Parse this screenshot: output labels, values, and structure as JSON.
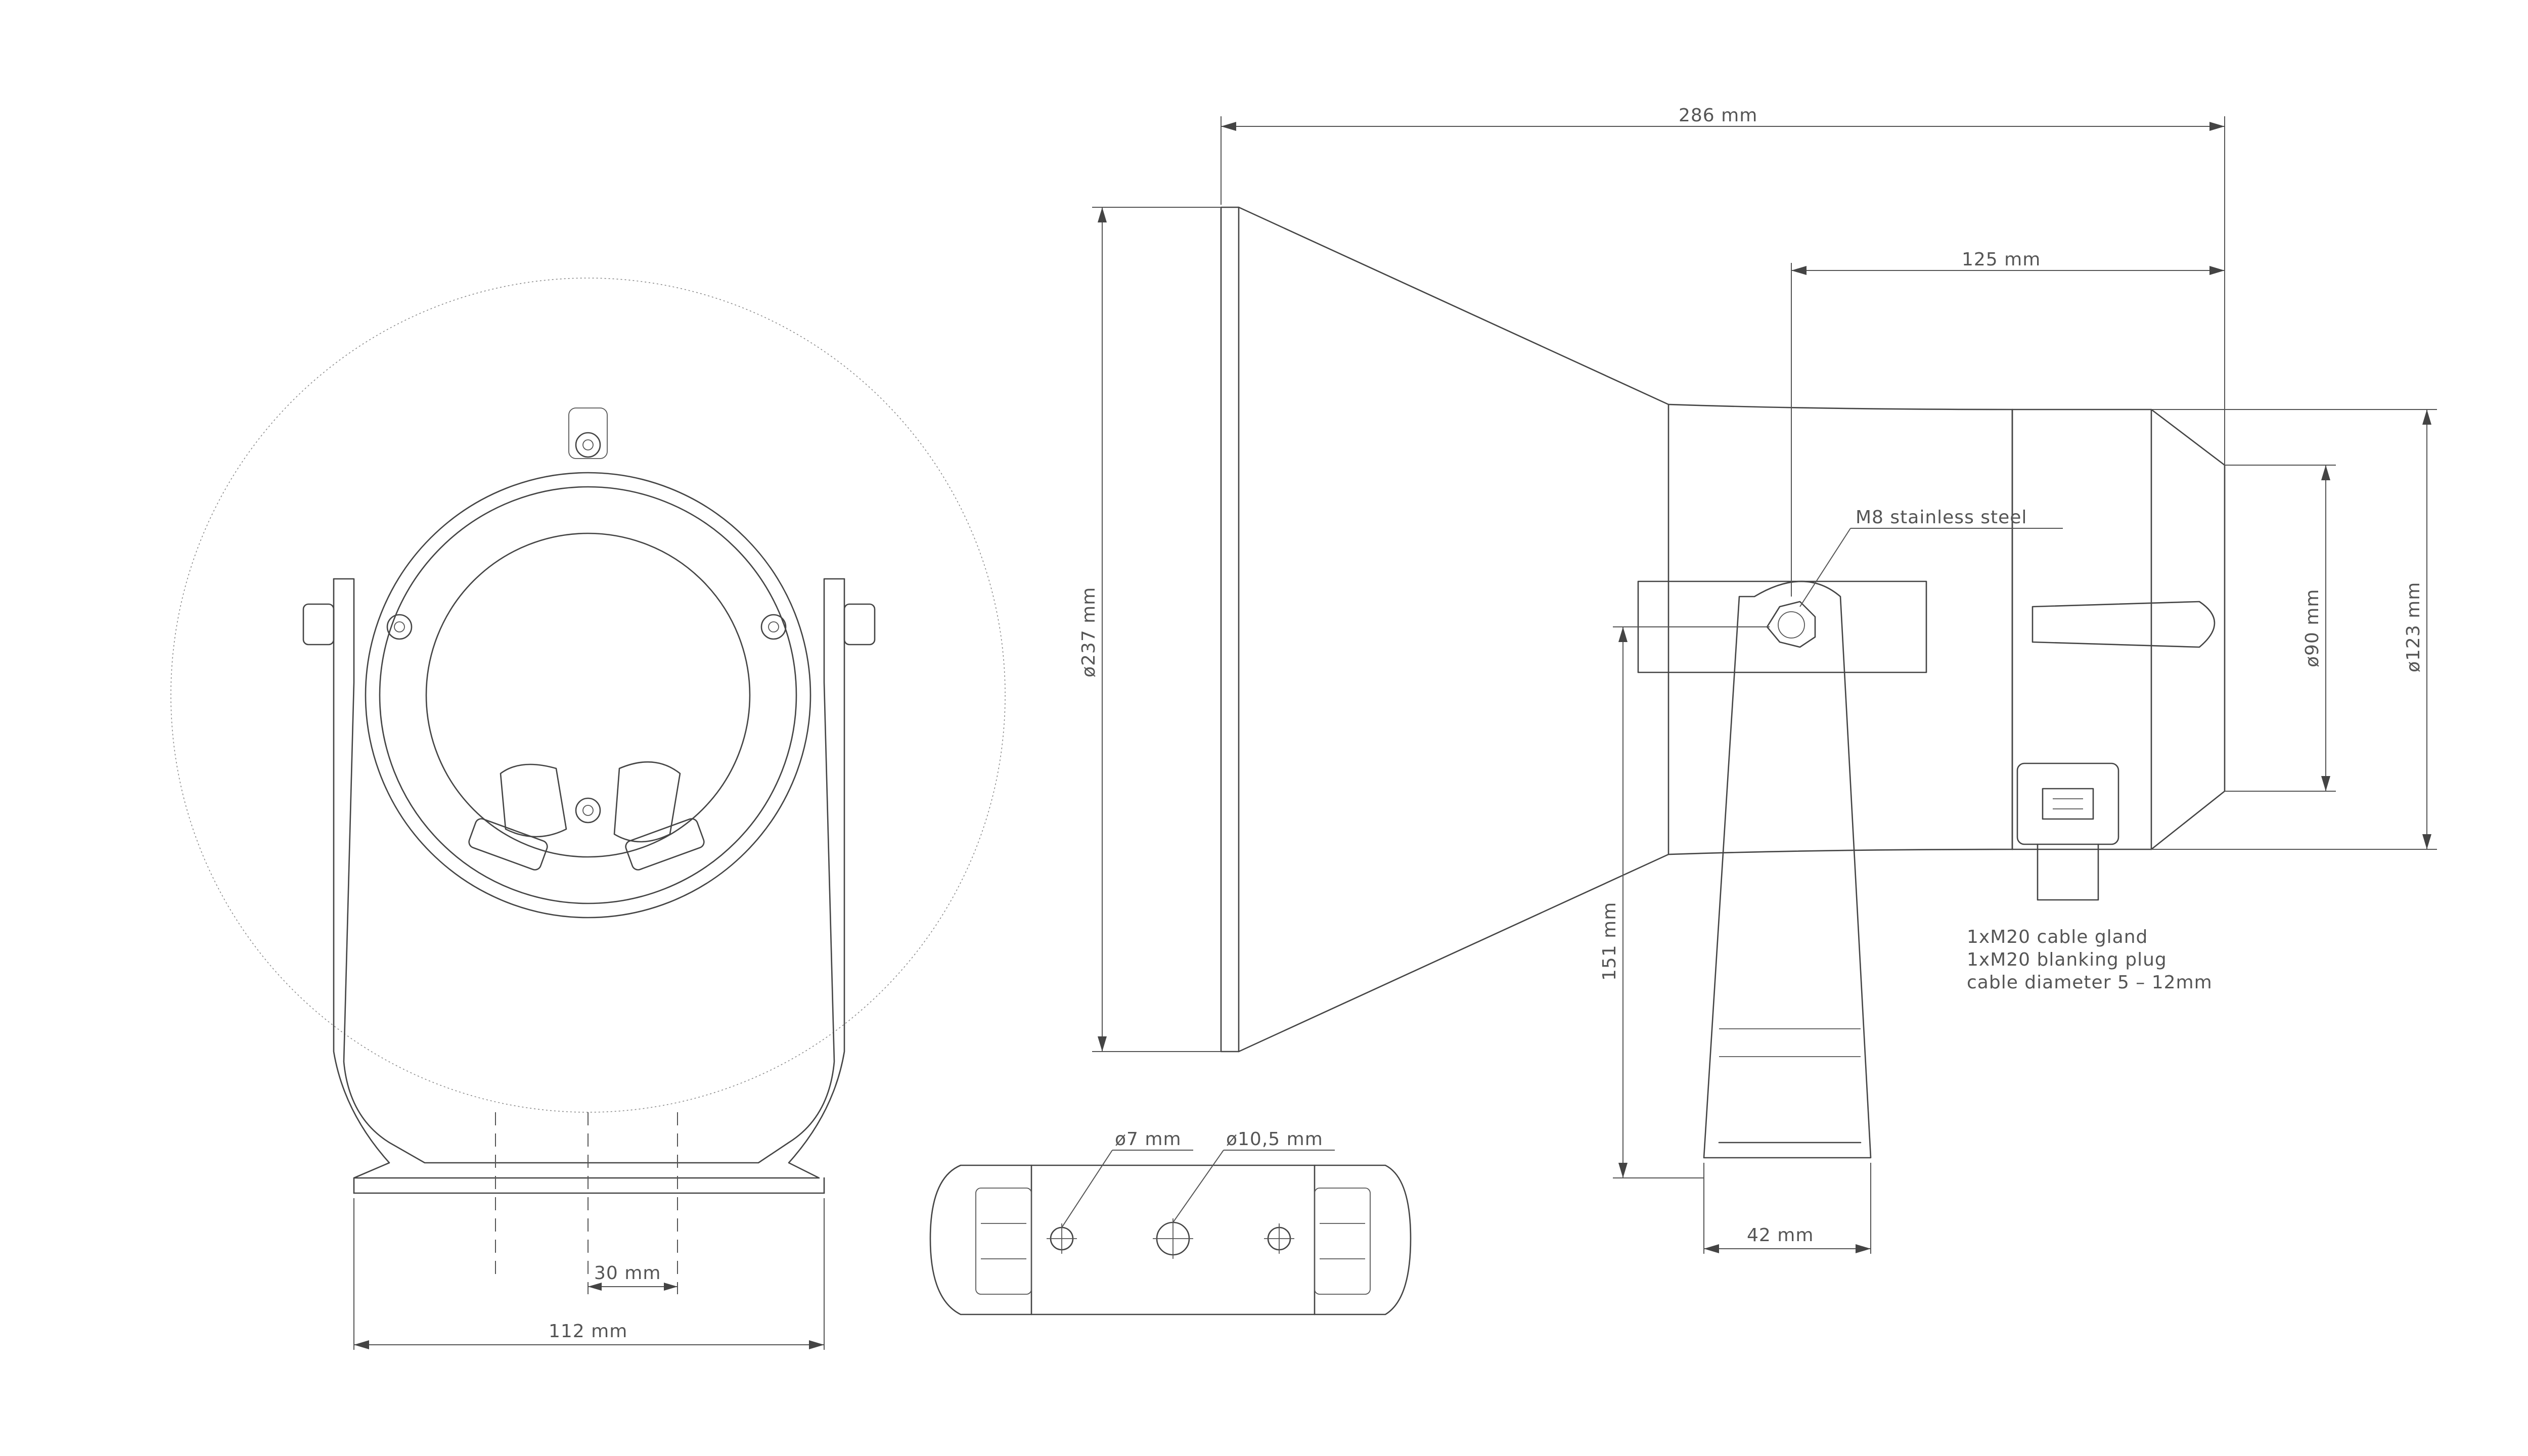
{
  "dimensions": {
    "overall_length": "286 mm",
    "rear_length": "125 mm",
    "horn_diameter": "ø237 mm",
    "rear_diameter": "ø123 mm",
    "inner_diameter": "ø90 mm",
    "mount_height": "151 mm",
    "bracket_width": "42 mm",
    "base_width": "112 mm",
    "hole_spacing": "30 mm",
    "small_hole": "ø7 mm",
    "large_hole": "ø10,5 mm"
  },
  "callouts": {
    "bolt": "M8 stainless steel",
    "gland_line1": "1xM20 cable gland",
    "gland_line2": "1xM20 blanking plug",
    "gland_line3": "cable diameter 5 – 12mm"
  },
  "colors": {
    "line": "#444444",
    "background": "#ffffff"
  }
}
